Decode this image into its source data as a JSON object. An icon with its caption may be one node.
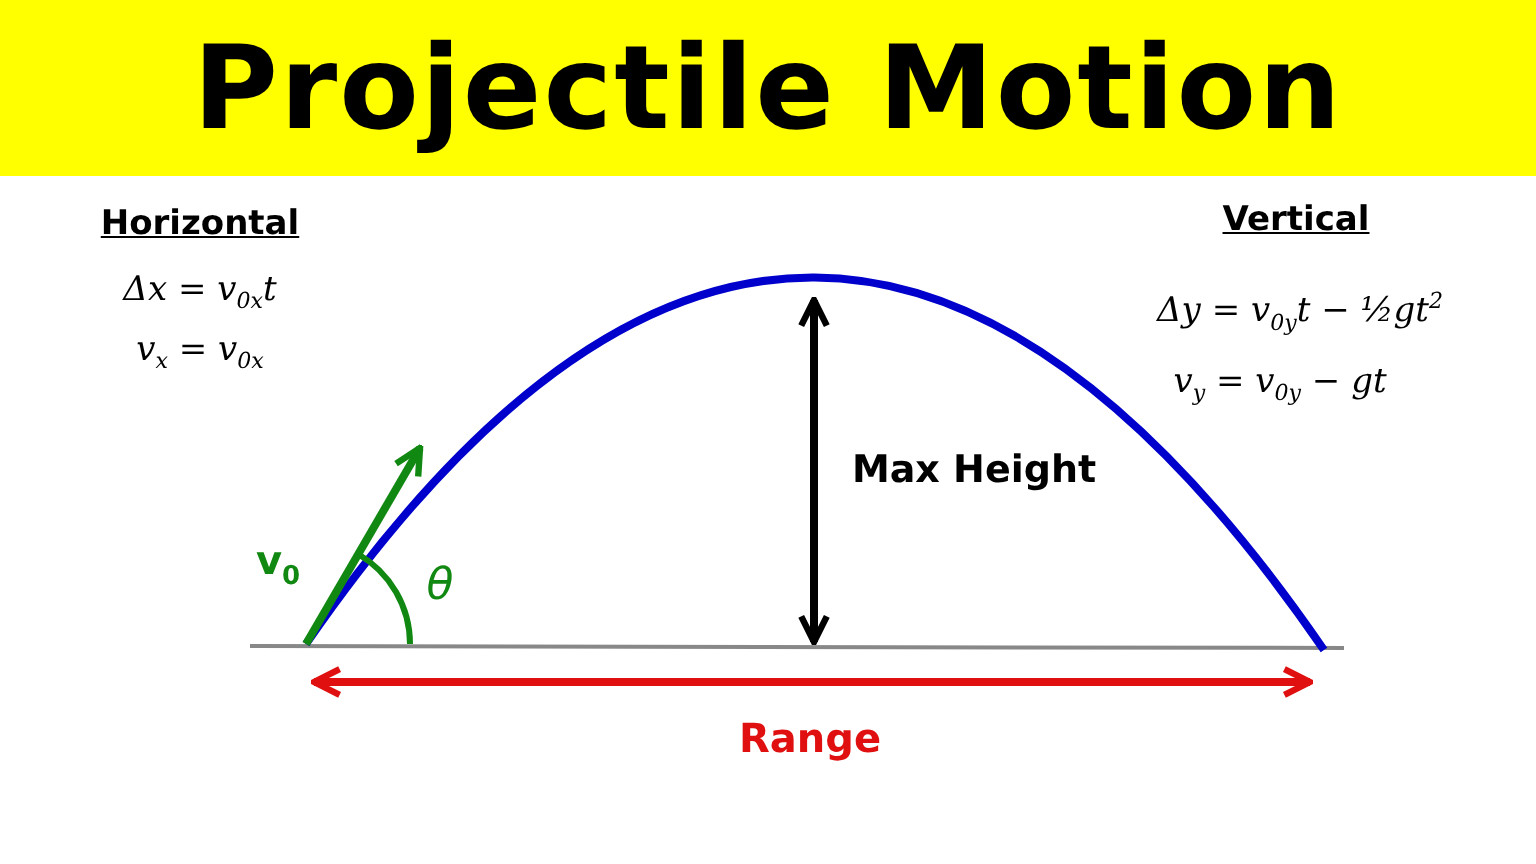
{
  "diagram": {
    "title": "Projectile Motion",
    "labels": [
      "Horizontal",
      "Δx = v$_{0x}$t",
      "v$_{x}$ = v$_{0x}$",
      "Vertical",
      "Δy = v$_{0y}$t − ½gt$^{2}$",
      "v$_{y}$ = v$_{0y}$ − gt",
      "Max Height",
      "v$_{0}$",
      "θ",
      "Range"
    ]
  }
}
